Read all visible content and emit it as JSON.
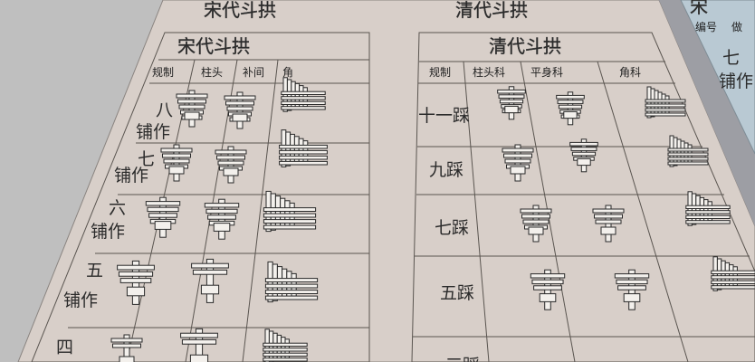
{
  "colors": {
    "background": "#bfbfbf",
    "panel": "#d8cfc9",
    "right_panel": "#b9c9d3",
    "model_fill": "#f3f0ec",
    "model_stroke": "#2a2a2a"
  },
  "top_titles": {
    "left": "宋代斗拱",
    "right": "清代斗拱"
  },
  "song_table": {
    "title": "宋代斗拱",
    "columns": [
      "规制",
      "柱头",
      "补间",
      "角"
    ],
    "rows": [
      {
        "label_1": "八",
        "label_2": "铺作"
      },
      {
        "label_1": "七",
        "label_2": "铺作"
      },
      {
        "label_1": "六",
        "label_2": "铺作"
      },
      {
        "label_1": "五",
        "label_2": "铺作"
      },
      {
        "label_1": "四",
        "label_2": ""
      }
    ]
  },
  "qing_table": {
    "title": "清代斗拱",
    "columns": [
      "规制",
      "柱头科",
      "平身科",
      "角科"
    ],
    "rows": [
      {
        "label": "十一踩"
      },
      {
        "label": "九踩"
      },
      {
        "label": "七踩"
      },
      {
        "label": "五踩"
      },
      {
        "label": "三踩"
      }
    ]
  },
  "right_panel": {
    "title": "宋",
    "columns": [
      "编号",
      "做"
    ],
    "row_label_1": "七",
    "row_label_2": "铺作"
  }
}
